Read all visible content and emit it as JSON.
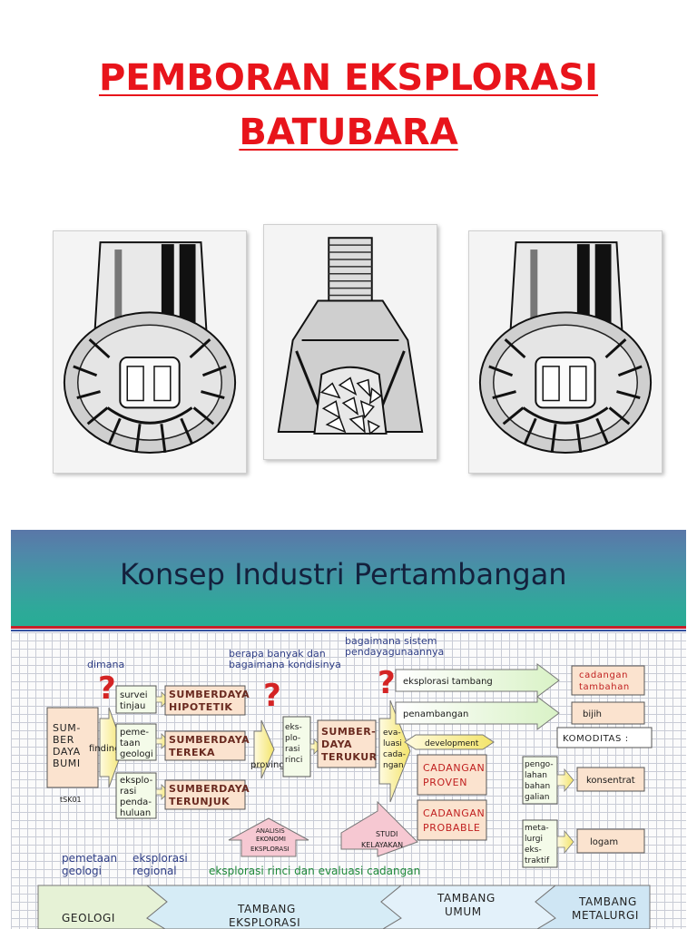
{
  "page": {
    "title_line1": "PEMBORAN EKSPLORASI",
    "title_line2": "BATUBARA",
    "colors": {
      "title": "#e8141b",
      "header_gradient_top": "#5a77a8",
      "header_gradient_bottom": "#28ad95"
    }
  },
  "photos": [
    {
      "name": "drill-bit-roller-cone-left"
    },
    {
      "name": "drill-bit-tricone-center"
    },
    {
      "name": "drill-bit-roller-cone-right"
    }
  ],
  "slide": {
    "title": "Konsep Industri Pertambangan",
    "questions": {
      "q1": "dimana",
      "q2_l1": "berapa banyak dan",
      "q2_l2": "bagaimana kondisinya",
      "q3_l1": "bagaimana sistem",
      "q3_l2": "pendayagunaannya"
    },
    "sumber_daya_bumi": [
      "SUM-",
      "BER",
      "DAYA",
      "BUMI"
    ],
    "finding": "finding",
    "survei": [
      "survei",
      "tinjau"
    ],
    "pemetaan": [
      "peme-",
      "taan",
      "geologi"
    ],
    "eksplorasi_pendahuluan": [
      "eksplo-",
      "rasi",
      "penda-",
      "huluan"
    ],
    "sd_hipotetik": [
      "SUMBERDAYA",
      "HIPOTETIK"
    ],
    "sd_tereka": [
      "SUMBERDAYA",
      "TEREKA"
    ],
    "sd_terunjuk": [
      "SUMBERDAYA",
      "TERUNJUK"
    ],
    "code": "tSK01",
    "proving": "proving",
    "eksplorasi_rinci": [
      "eks-",
      "plo-",
      "rasi",
      "rinci"
    ],
    "sd_terukur": [
      "SUMBER-",
      "DAYA",
      "TERUKUR"
    ],
    "evaluasi": [
      "eva-",
      "luasi",
      "cada-",
      "ngan"
    ],
    "eksplorasi_tambang": "eksplorasi tambang",
    "penambangan": "penambangan",
    "development": "development",
    "cadangan_tambahan": [
      "cadangan",
      "tambahan"
    ],
    "bijih": "bijih",
    "komoditas": "KOMODITAS :",
    "cadangan_proven": [
      "CADANGAN",
      "PROVEN"
    ],
    "cadangan_probable": [
      "CADANGAN",
      "PROBABLE"
    ],
    "pengolahan": [
      "pengo-",
      "lahan",
      "bahan",
      "galian"
    ],
    "konsentrat": "konsentrat",
    "metalurgi": [
      "meta-",
      "lurgi",
      "eks-",
      "traktif"
    ],
    "logam": "logam",
    "analisis": [
      "ANALISIS",
      "EKONOMI",
      "EKSPLORASI"
    ],
    "studi": [
      "STUDI",
      "KELAYAKAN"
    ],
    "pemetaan_geologi": [
      "pemetaan",
      "geologi"
    ],
    "eksplorasi_regional": [
      "eksplorasi",
      "regional"
    ],
    "eksplorasi_rinci_evaluasi": "eksplorasi rinci dan evaluasi cadangan",
    "stages": {
      "geologi": "GEOLOGI",
      "tambang_eksplorasi": [
        "TAMBANG",
        "EKSPLORASI"
      ],
      "tambang_umum": [
        "TAMBANG",
        "UMUM"
      ],
      "tambang_metalurgi": [
        "TAMBANG",
        "METALURGI"
      ]
    }
  }
}
